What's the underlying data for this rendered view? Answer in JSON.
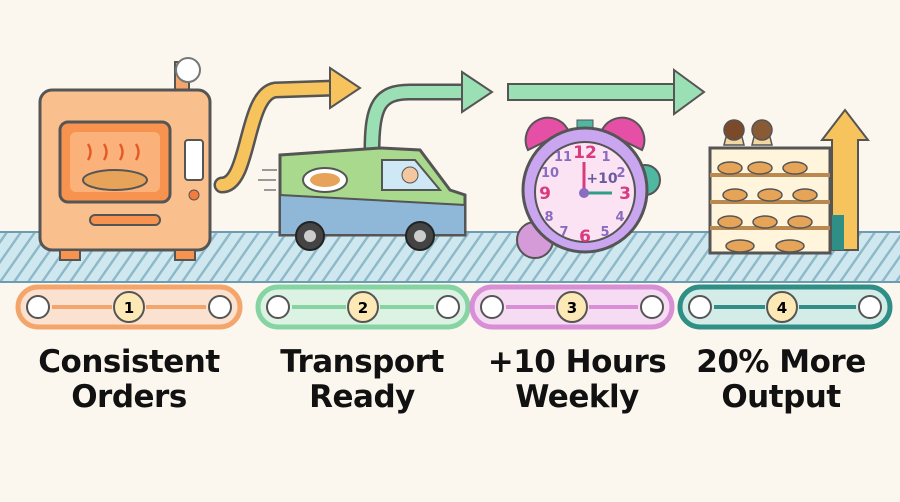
{
  "steps": [
    {
      "number": "1",
      "title_line1": "Consistent",
      "title_line2": "Orders",
      "color": "#f4a56b",
      "icon": "oven-icon"
    },
    {
      "number": "2",
      "title_line1": "Transport",
      "title_line2": "Ready",
      "color": "#86d4a4",
      "icon": "delivery-van-icon"
    },
    {
      "number": "3",
      "title_line1": "+10 Hours",
      "title_line2": "Weekly",
      "color": "#d98fd6",
      "icon": "alarm-clock-icon"
    },
    {
      "number": "4",
      "title_line1": "20% More",
      "title_line2": "Output",
      "color": "#2f8f86",
      "icon": "bakery-shelf-icon"
    }
  ],
  "clock": {
    "badge": "+10",
    "n12": "12",
    "n1": "1",
    "n2": "2",
    "n3": "3",
    "n4": "4",
    "n5": "5",
    "n6": "6",
    "n7": "7",
    "n8": "8",
    "n9": "9",
    "n10": "10",
    "n11": "11"
  },
  "colors": {
    "background": "#fcf7ee",
    "belt": "#bfe0ea",
    "text": "#111111"
  }
}
